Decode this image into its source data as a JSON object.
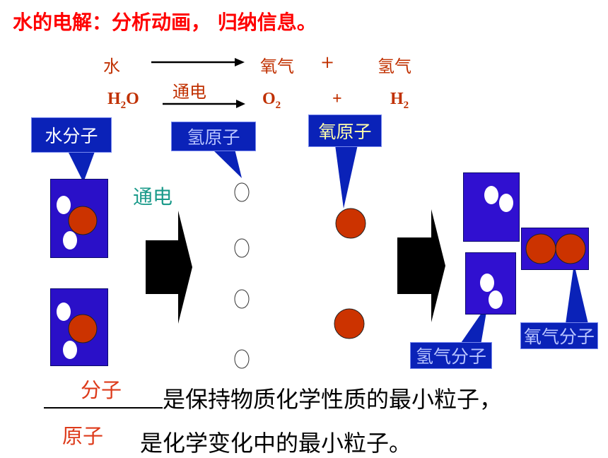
{
  "title": "水的电解：分析动画， 归纳信息。",
  "equation_words": {
    "reactant": "水",
    "product1": "氧气",
    "plus": "+",
    "product2": "氢气",
    "condition": "通电"
  },
  "equation_formula": {
    "reactant": {
      "main": "H",
      "sub": "2",
      "rest": "O"
    },
    "product1": {
      "main": "O",
      "sub": "2"
    },
    "plus": "+",
    "product2": {
      "main": "H",
      "sub": "2"
    }
  },
  "labels": {
    "water_molecule": "水分子",
    "hydrogen_atom": "氢原子",
    "oxygen_atom": "氧原子",
    "hydrogen_molecule": "氢气分子",
    "oxygen_molecule": "氧气分子",
    "electrolysis": "通电"
  },
  "sentence1": "是保持物质化学性质的最小粒子，",
  "sentence2": "是化学变化中的最小粒子。",
  "answer1": "分子",
  "answer2": "原子",
  "colors": {
    "title": "#ff0000",
    "equation": "#c03000",
    "label_box": "#0a22b8",
    "molecule_box": "#2a10c8",
    "oxygen_atom": "#cc3300",
    "answer": "#dd3a1a",
    "condition": "#1a9a8a"
  }
}
